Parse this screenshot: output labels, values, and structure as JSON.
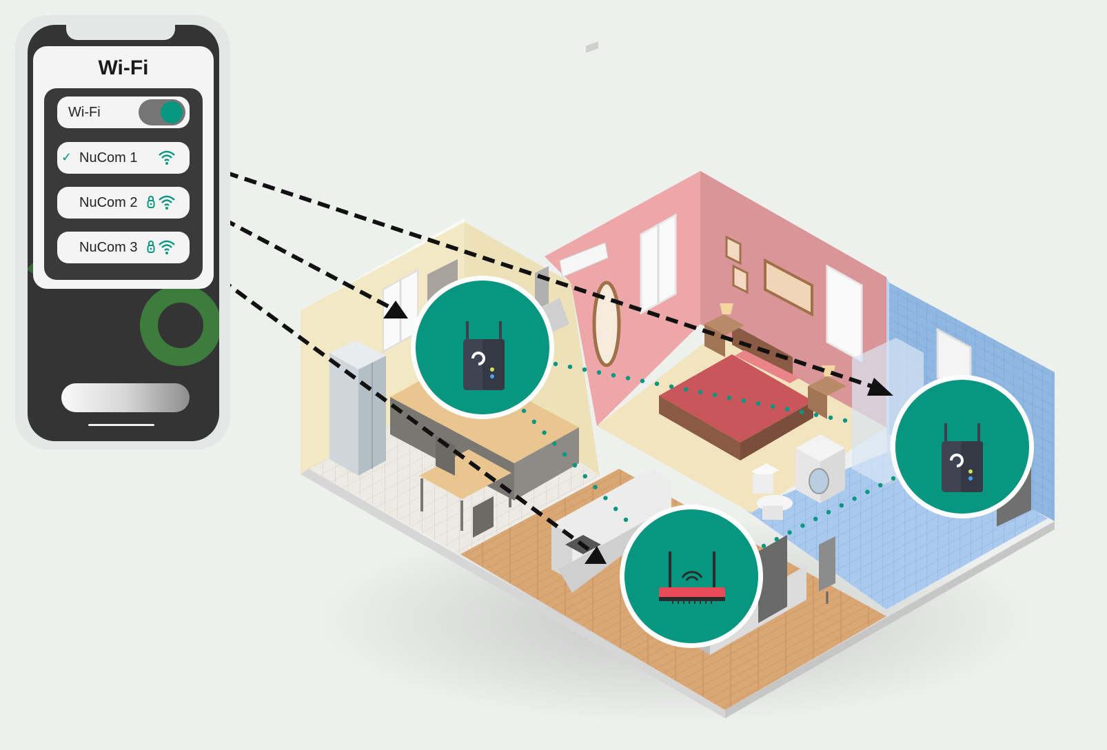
{
  "phone": {
    "title": "Wi-Fi",
    "toggle": {
      "label": "Wi-Fi",
      "on": true
    },
    "networks": [
      {
        "name": "NuCom 1",
        "connected": true,
        "locked": false,
        "icon": "wifi-icon"
      },
      {
        "name": "NuCom 2",
        "connected": false,
        "locked": true,
        "icon": "wifi-icon"
      },
      {
        "name": "NuCom 3",
        "connected": false,
        "locked": true,
        "icon": "wifi-icon"
      }
    ]
  },
  "devices": [
    {
      "id": "extender-kitchen",
      "type": "wifi-extender",
      "icon": "extender-icon"
    },
    {
      "id": "router-living",
      "type": "router",
      "icon": "router-icon"
    },
    {
      "id": "extender-bathroom",
      "type": "wifi-extender",
      "icon": "extender-icon"
    }
  ],
  "colors": {
    "accent": "#079680",
    "phone_dark": "#343434",
    "background": "#eef0ee",
    "kitchen_wall": "#f2e8c4",
    "bedroom_wall": "#eda7a8",
    "bathroom_wall": "#8fb7e2",
    "floor_wood": "#d9a674",
    "router_red": "#e8495b"
  }
}
